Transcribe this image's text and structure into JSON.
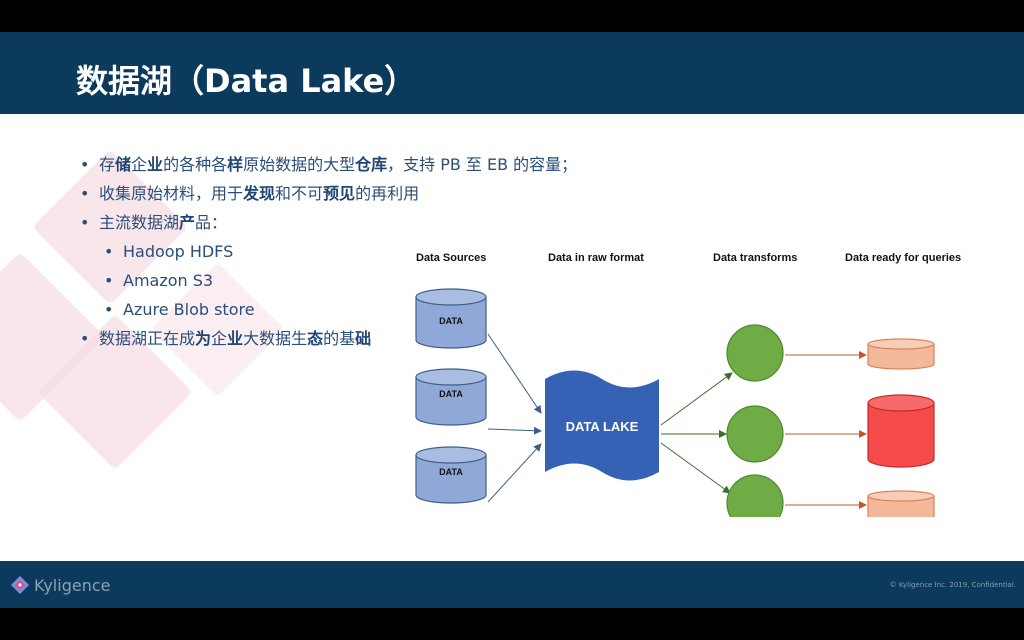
{
  "title": "数据湖（Data Lake）",
  "bullets": {
    "b1_a": "存",
    "b1_b": "储",
    "b1_c": "企",
    "b1_d": "业",
    "b1_e": "的各种各",
    "b1_f": "样",
    "b1_g": "原始数据的大型",
    "b1_h": "仓库",
    "b1_i": "，支持 PB 至 EB 的容量；",
    "b2_a": "收集原始材料，用于",
    "b2_b": "发现",
    "b2_c": "和不可",
    "b2_d": "预见",
    "b2_e": "的再利用",
    "b3_a": "主流数据湖",
    "b3_b": "产",
    "b3_c": "品：",
    "sub1": "Hadoop HDFS",
    "sub2": "Amazon S3",
    "sub3": "Azure Blob store",
    "b4_a": "数据湖正在成",
    "b4_b": "为",
    "b4_c": "企",
    "b4_d": "业",
    "b4_e": "大数据生",
    "b4_f": "态",
    "b4_g": "的基",
    "b4_h": "础"
  },
  "diagram": {
    "col1": "Data Sources",
    "col2": "Data in raw format",
    "col3": "Data transforms",
    "col4": "Data ready for queries",
    "source_label": "DATA",
    "lake_label": "DATA LAKE",
    "colors": {
      "source_fill": "#8fa8d8",
      "lake_fill": "#3562b5",
      "transform_fill": "#6fac46",
      "small_db_fill": "#f3b79a",
      "big_db_fill": "#f44a4a"
    }
  },
  "footer": {
    "logo_text": "Kyligence",
    "copyright": "© Kyligence Inc. 2019, Confidential."
  }
}
